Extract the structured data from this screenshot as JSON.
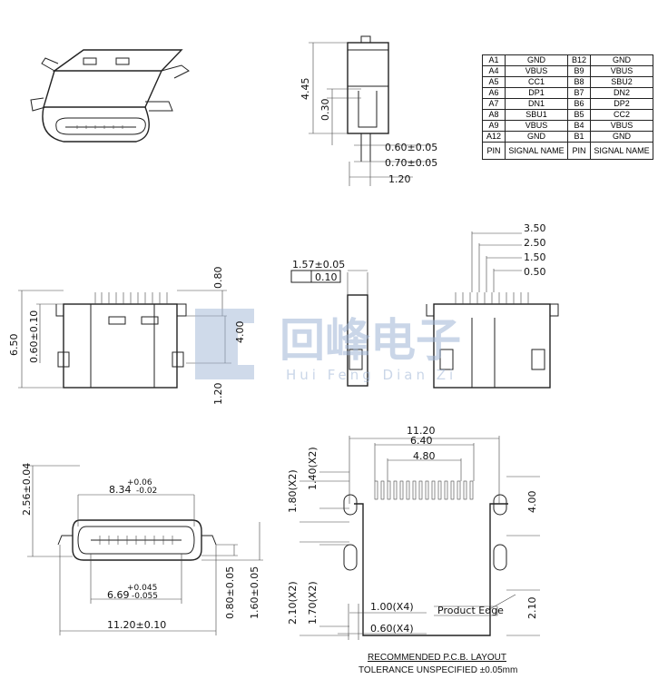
{
  "pin_table": {
    "rows": [
      [
        "A1",
        "GND",
        "B12",
        "GND"
      ],
      [
        "A4",
        "VBUS",
        "B9",
        "VBUS"
      ],
      [
        "A5",
        "CC1",
        "B8",
        "SBU2"
      ],
      [
        "A6",
        "DP1",
        "B7",
        "DN2"
      ],
      [
        "A7",
        "DN1",
        "B6",
        "DP2"
      ],
      [
        "A8",
        "SBU1",
        "B5",
        "CC2"
      ],
      [
        "A9",
        "VBUS",
        "B4",
        "VBUS"
      ],
      [
        "A12",
        "GND",
        "B1",
        "GND"
      ]
    ],
    "header": [
      "PIN",
      "SIGNAL NAME",
      "PIN",
      "SIGNAL NAME"
    ]
  },
  "dims": {
    "side_445": "4.45",
    "side_030": "0.30",
    "side_060": "0.60±0.05",
    "side_070": "0.70±0.05",
    "side_120": "1.20",
    "front_080": "0.80",
    "front_650": "6.50",
    "front_060": "0.60±0.10",
    "front_400": "4.00",
    "front_120": "1.20",
    "mid_157": "1.57±0.05",
    "mid_flat": "0.10",
    "back_350": "3.50",
    "back_250": "2.50",
    "back_150": "1.50",
    "back_050": "0.50",
    "bot_256": "2.56±0.04",
    "bot_834_tol": "+0.06",
    "bot_834": "8.34",
    "bot_834_tol2": "-0.02",
    "bot_669_tol": "+0.045",
    "bot_669": "6.69",
    "bot_669_tol2": "-0.055",
    "bot_080": "0.80±0.05",
    "bot_160": "1.60±0.05",
    "bot_1120": "11.20±0.10",
    "pcb_1120": "11.20",
    "pcb_640": "6.40",
    "pcb_480": "4.80",
    "pcb_180": "1.80(X2)",
    "pcb_140": "1.40(X2)",
    "pcb_400": "4.00",
    "pcb_210": "2.10(X2)",
    "pcb_170": "1.70(X2)",
    "pcb_100": "1.00(X4)",
    "pcb_060": "0.60(X4)",
    "pcb_210r": "2.10",
    "product_edge": "Product Edge"
  },
  "watermark": {
    "cn": "回峰电子",
    "en": "Hui Feng Dian Zi"
  },
  "notes": {
    "line1": "RECOMMENDED  P.C.B.  LAYOUT",
    "line2": "TOLERANCE  UNSPECIFIED  ±0.05mm"
  }
}
